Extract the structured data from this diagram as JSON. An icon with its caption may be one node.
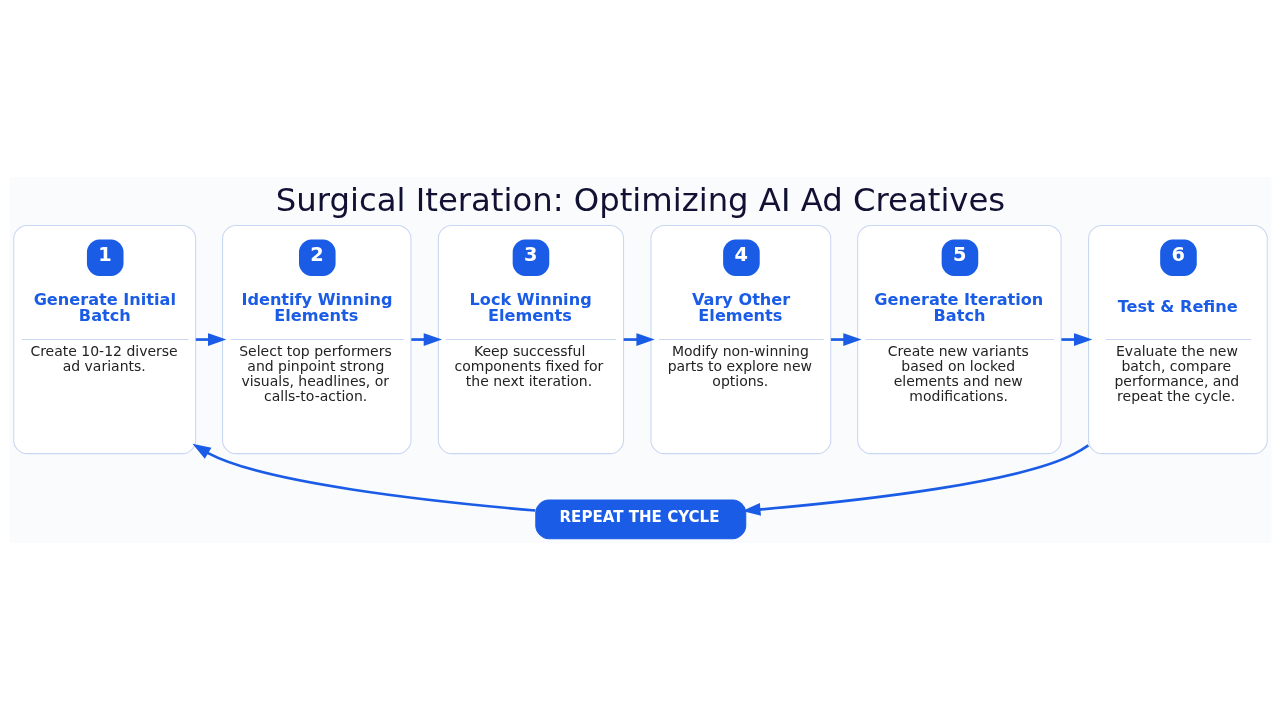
{
  "diagram": {
    "title": "Surgical Iteration: Optimizing AI Ad Creatives",
    "nodes": [
      {
        "text": [
          "1",
          "Generate Initial Batch",
          "Create 10-12 diverse ad variants."
        ]
      },
      {
        "text": [
          "2",
          "Identify Winning Elements",
          "Select top performers and pinpoint strong visuals, headlines, or calls-to-action."
        ]
      },
      {
        "text": [
          "3",
          "Lock Winning Elements",
          "Keep successful components fixed for the next iteration."
        ]
      },
      {
        "text": [
          "4",
          "Vary Other Elements",
          "Modify non-winning parts to explore new options."
        ]
      },
      {
        "text": [
          "5",
          "Generate Iteration Batch",
          "Create new variants based on locked elements and new modifications."
        ]
      },
      {
        "text": [
          "6",
          "Test & Refine",
          "Evaluate the new batch, compare performance, and repeat the cycle."
        ]
      },
      {
        "text": [
          "REPEAT THE CYCLE"
        ]
      }
    ],
    "edges": [
      {
        "from": 0,
        "to": 1,
        "arrow": "to"
      },
      {
        "from": 1,
        "to": 2,
        "arrow": "to"
      },
      {
        "from": 2,
        "to": 3,
        "arrow": "to"
      },
      {
        "from": 3,
        "to": 4,
        "arrow": "to"
      },
      {
        "from": 4,
        "to": 5,
        "arrow": "to"
      },
      {
        "from": 5,
        "to": 6,
        "arrow": "to"
      },
      {
        "from": 6,
        "to": 0,
        "arrow": "to"
      }
    ]
  }
}
